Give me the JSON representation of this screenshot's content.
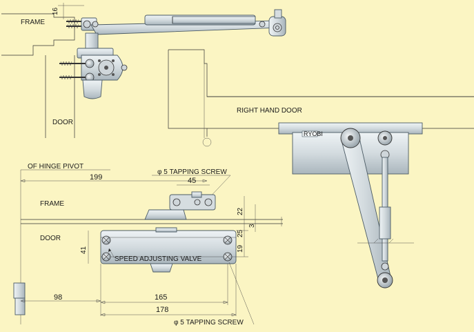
{
  "labels": {
    "frame_top": "FRAME",
    "door_top": "DOOR",
    "dim_16": "16",
    "right_hand_door": "RIGHT HAND DOOR",
    "brand_plate": "RYOBI",
    "of_hinge_pivot": "OF HINGE PIVOT",
    "dim_199": "199",
    "tapping_screw_top": "φ 5 TAPPING SCREW",
    "dim_45": "45",
    "frame_bottom": "FRAME",
    "door_bottom": "DOOR",
    "dim_22": "22",
    "dim_25": "25",
    "dim_3": "3",
    "dim_19": "19",
    "dim_41": "41",
    "speed_valve": "SPEED ADJUSTING VALVE",
    "dim_98": "98",
    "dim_165": "165",
    "dim_178": "178",
    "tapping_screw_bottom": "φ 5 TAPPING SCREW"
  },
  "colors": {
    "background": "#fbf5c3",
    "metal_light": "#e8eef0",
    "metal_dark": "#b9c4ca",
    "line": "#333333"
  }
}
